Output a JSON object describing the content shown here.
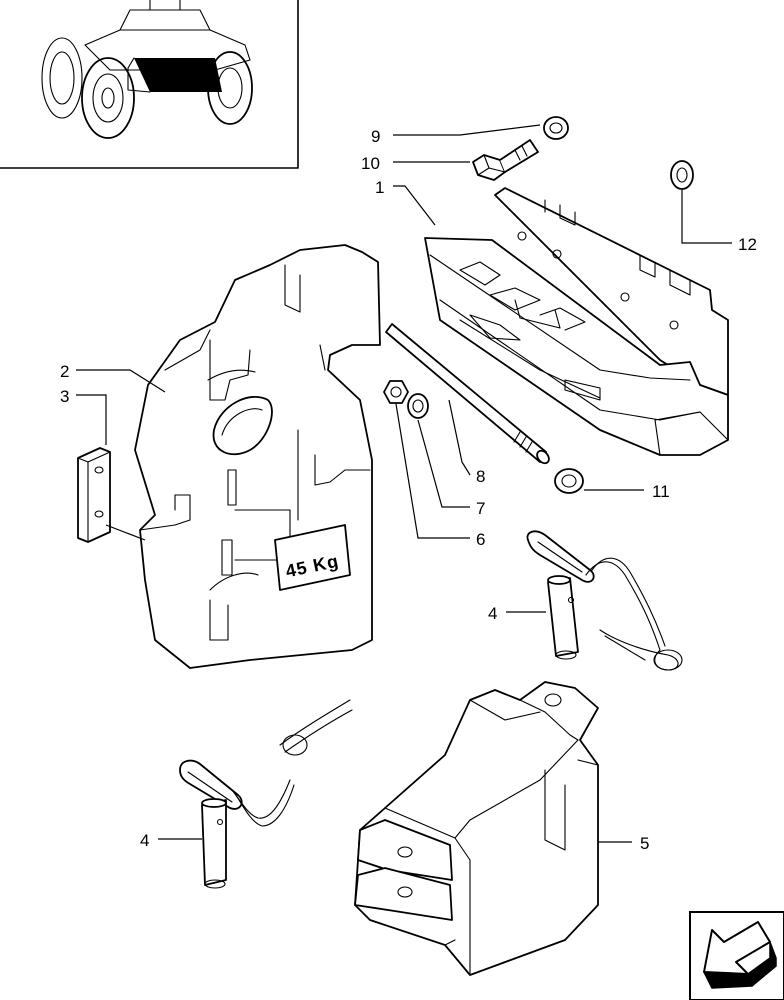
{
  "diagram": {
    "callouts": {
      "c1": "1",
      "c2": "2",
      "c3": "3",
      "c4a": "4",
      "c4b": "4",
      "c5": "5",
      "c6": "6",
      "c7": "7",
      "c8": "8",
      "c9": "9",
      "c10": "10",
      "c11": "11",
      "c12": "12"
    },
    "weight_stamp": "45 Kg",
    "nav_icon": "next-page-arrow-icon"
  }
}
